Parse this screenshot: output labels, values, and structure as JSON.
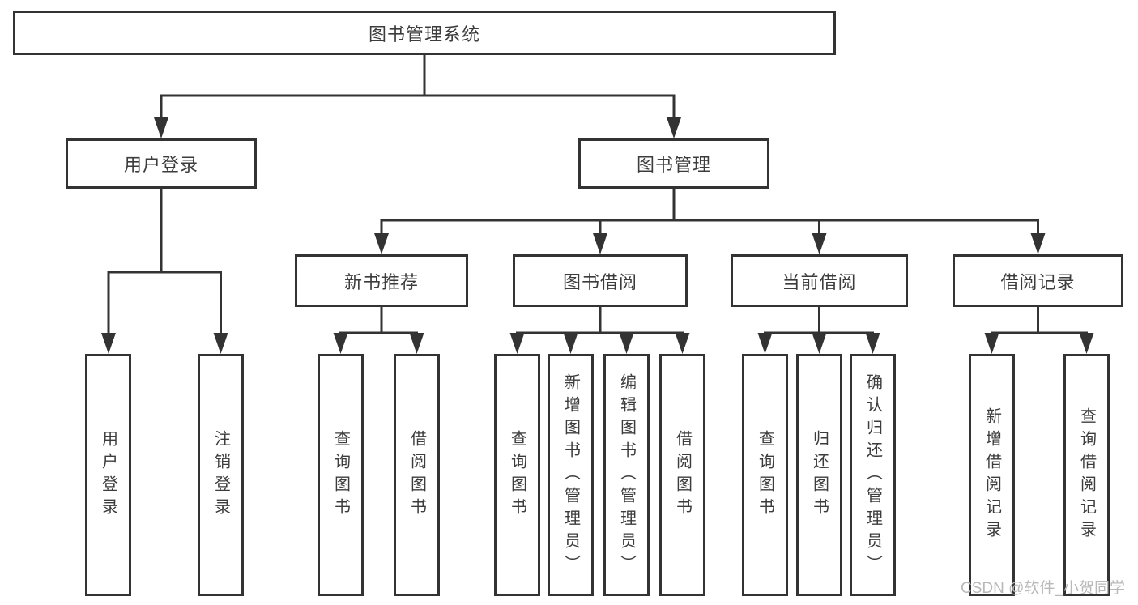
{
  "colors": {
    "line": "#333333",
    "box_border": "#333333",
    "text": "#3c3c3c",
    "background": "#ffffff",
    "watermark": "#b9b9b9"
  },
  "watermark": {
    "text": "CSDN @软件_小贺同学"
  },
  "tree": {
    "label": "图书管理系统",
    "children": [
      {
        "label": "用户登录",
        "children": [
          {
            "label": "用户登录"
          },
          {
            "label": "注销登录"
          }
        ]
      },
      {
        "label": "图书管理",
        "children": [
          {
            "label": "新书推荐",
            "children": [
              {
                "label": "查询图书"
              },
              {
                "label": "借阅图书"
              }
            ]
          },
          {
            "label": "图书借阅",
            "children": [
              {
                "label": "查询图书"
              },
              {
                "label": "新增图书（管理员）"
              },
              {
                "label": "编辑图书（管理员）"
              },
              {
                "label": "借阅图书"
              }
            ]
          },
          {
            "label": "当前借阅",
            "children": [
              {
                "label": "查询图书"
              },
              {
                "label": "归还图书"
              },
              {
                "label": "确认归还（管理员）"
              }
            ]
          },
          {
            "label": "借阅记录",
            "children": [
              {
                "label": "新增借阅记录"
              },
              {
                "label": "查询借阅记录"
              }
            ]
          }
        ]
      }
    ]
  }
}
